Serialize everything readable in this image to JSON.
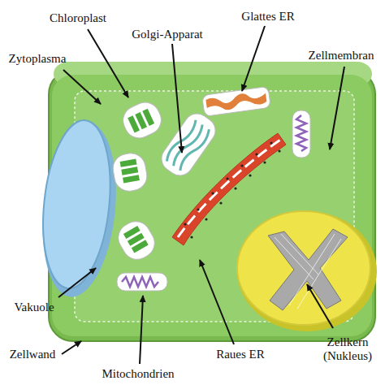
{
  "diagram": {
    "labels": [
      "Chloroplast",
      "Glattes ER",
      "Golgi-Apparat",
      "Zytoplasma",
      "Zellmembran",
      "Vakuole",
      "Zellwand",
      "Raues ER",
      "Zellkern (Nukleus)",
      "Mitochondrien"
    ]
  }
}
